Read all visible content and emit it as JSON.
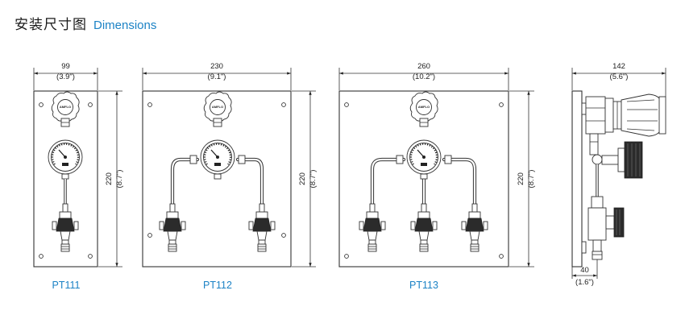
{
  "header": {
    "title_zh": "安装尺寸图",
    "title_en": "Dimensions"
  },
  "brand_mark": "AMFLO",
  "colors": {
    "accent_blue": "#1b82c5",
    "line": "#333333"
  },
  "models": [
    {
      "name": "PT111",
      "width_mm": "99",
      "width_in": "(3.9\")",
      "height_mm": "220",
      "height_in": "(8.7\")",
      "outlets": 1
    },
    {
      "name": "PT112",
      "width_mm": "230",
      "width_in": "(9.1\")",
      "height_mm": "220",
      "height_in": "(8.7\")",
      "outlets": 2
    },
    {
      "name": "PT113",
      "width_mm": "260",
      "width_in": "(10.2\")",
      "height_mm": "220",
      "height_in": "(8.7\")",
      "outlets": 3
    }
  ],
  "side_view": {
    "depth_mm": "142",
    "depth_in": "(5.6\")",
    "plate_mm": "40",
    "plate_in": "(1.6\")"
  }
}
